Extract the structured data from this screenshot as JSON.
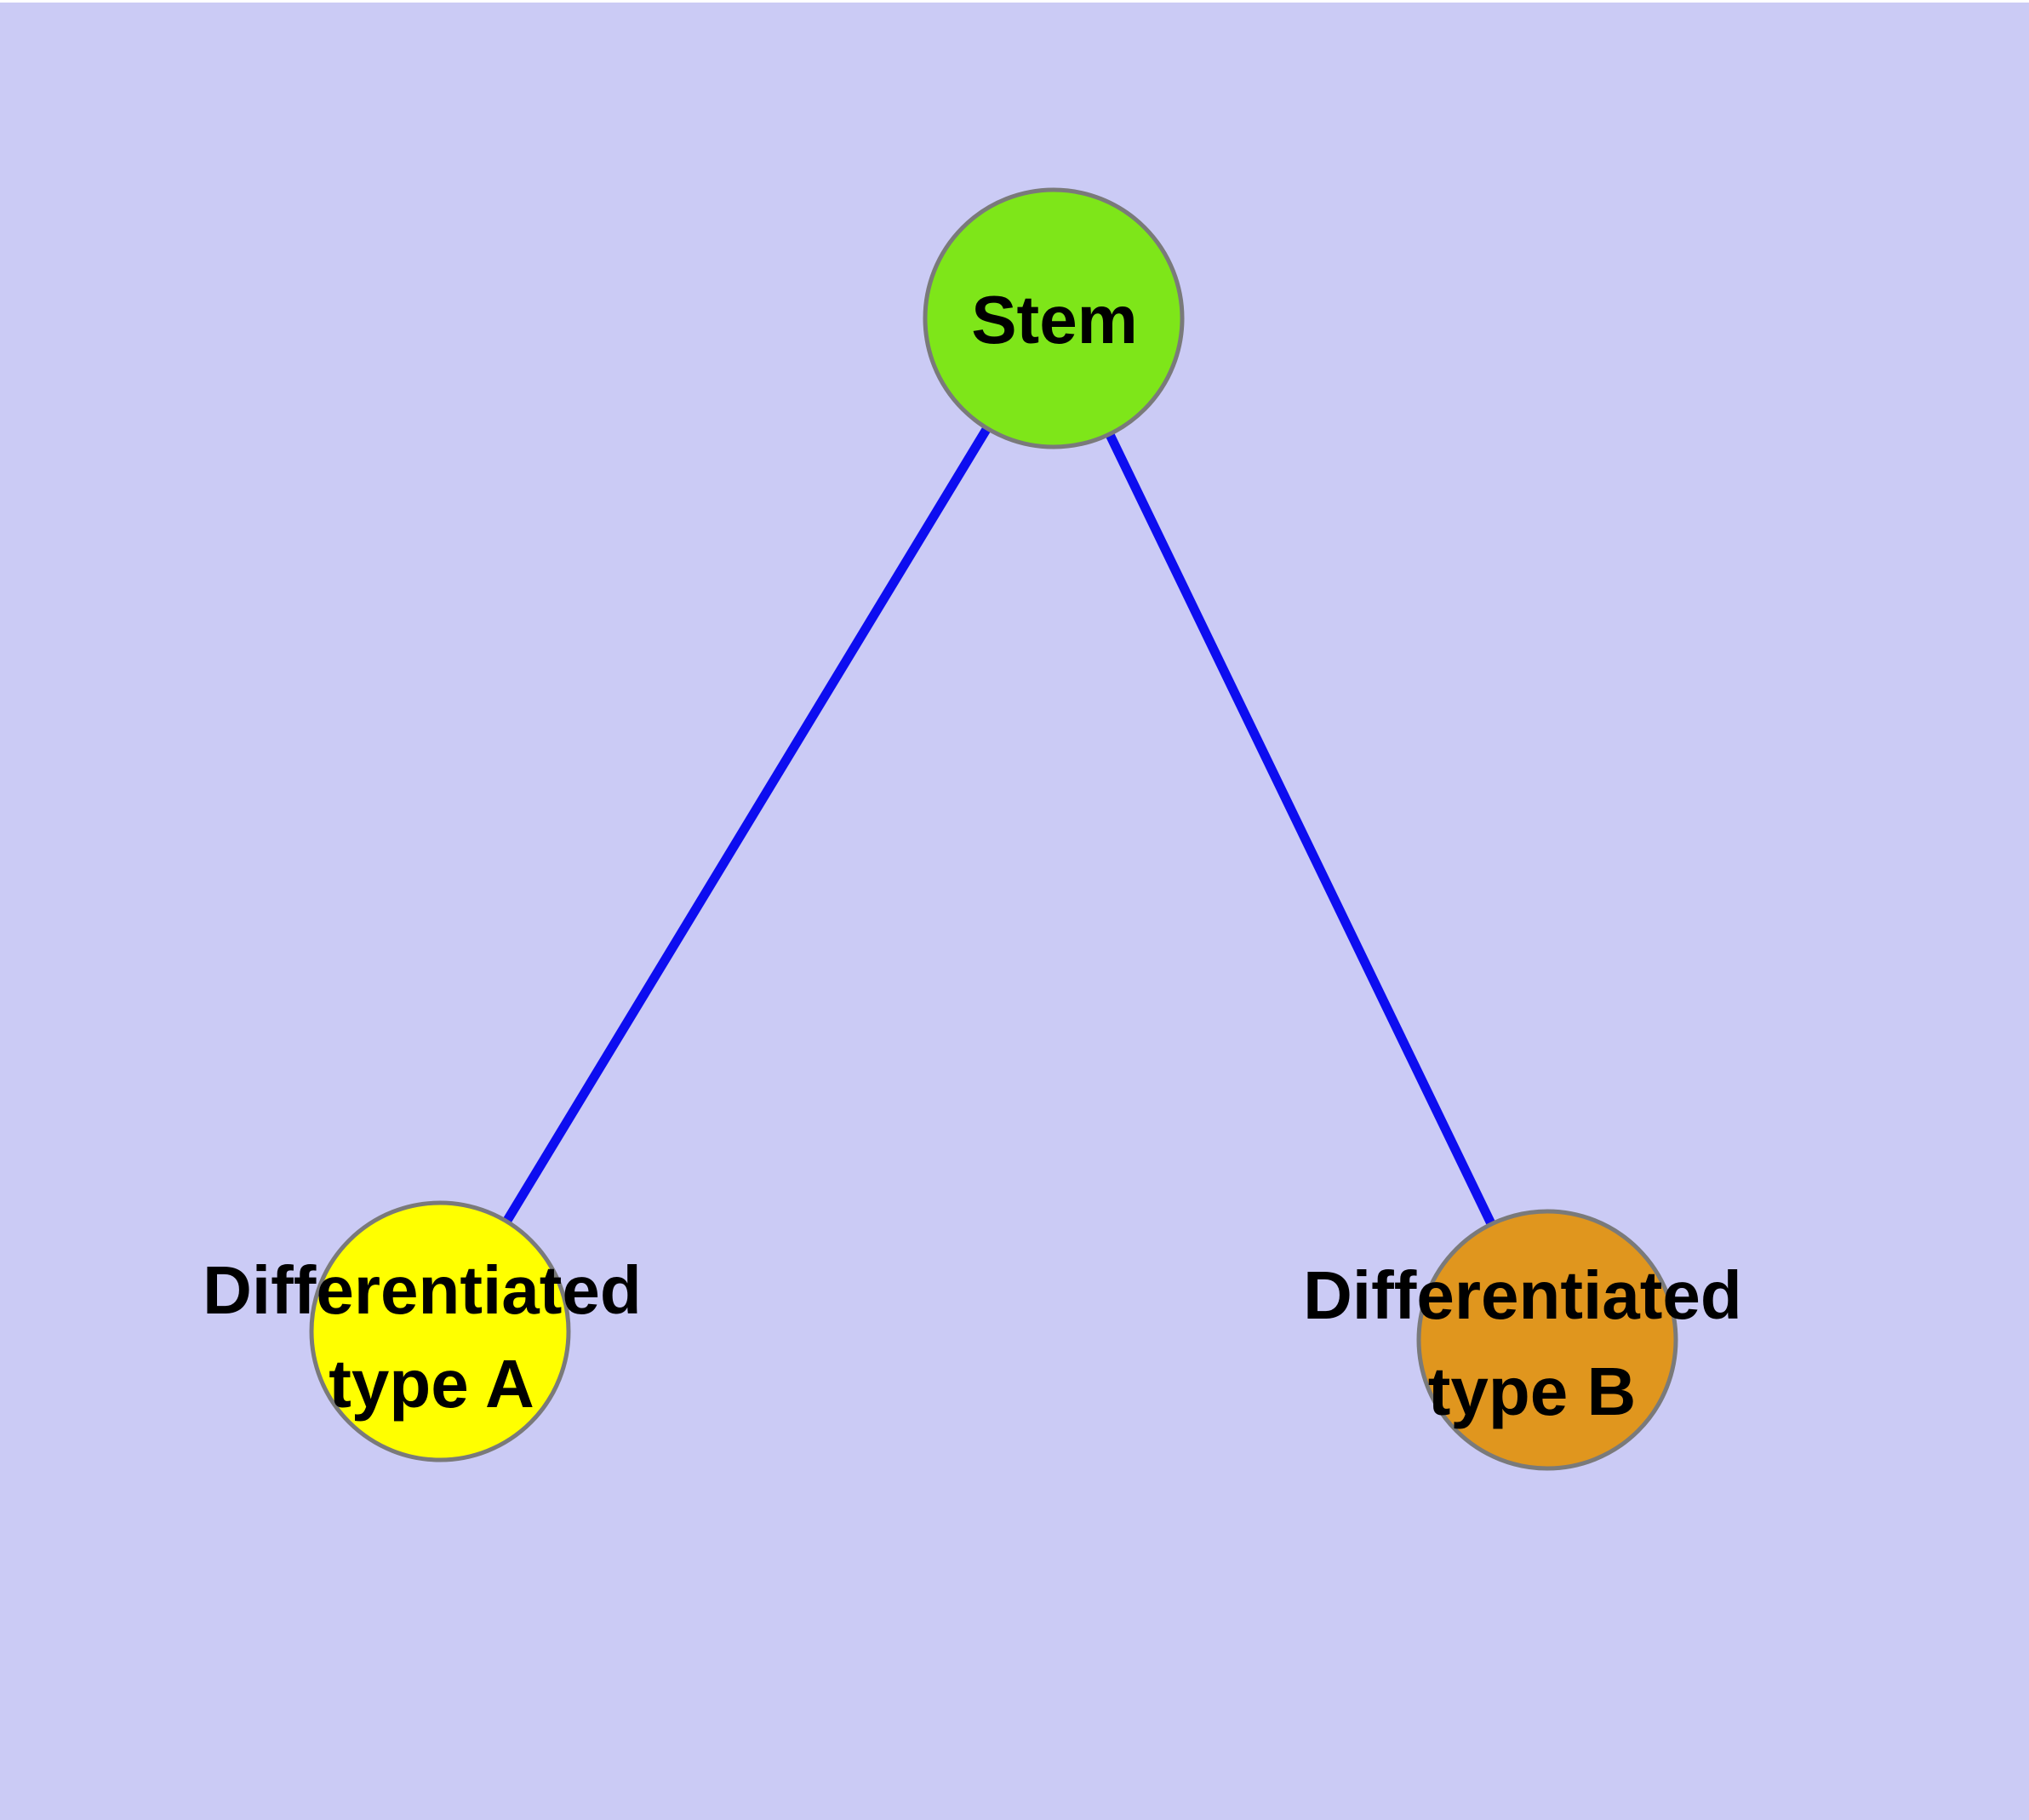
{
  "figure": {
    "description": "Cell differentiation graph: a stem cell node linked to two differentiated cell-type nodes",
    "background_color": "#cbcbf5",
    "top_margin_color": "#ffffff",
    "edge_color": "#0d0df0",
    "edge_width": 11,
    "node_border_color": "#7a7a7a",
    "node_border_width": 5,
    "label_color": "#000000",
    "nodes": {
      "stem": {
        "label": "Stem",
        "fill": "#7ee619"
      },
      "type_a": {
        "label": "Differentiated type A",
        "label_line1": "Differentiated",
        "label_line2": "type A",
        "fill": "#ffff00"
      },
      "type_b": {
        "label": "Differentiated type B",
        "label_line1": "Differentiated",
        "label_line2": "type B",
        "fill": "#e0961e"
      }
    },
    "edges": [
      {
        "from": "Stem",
        "to": "Differentiated type A"
      },
      {
        "from": "Stem",
        "to": "Differentiated type B"
      }
    ]
  }
}
